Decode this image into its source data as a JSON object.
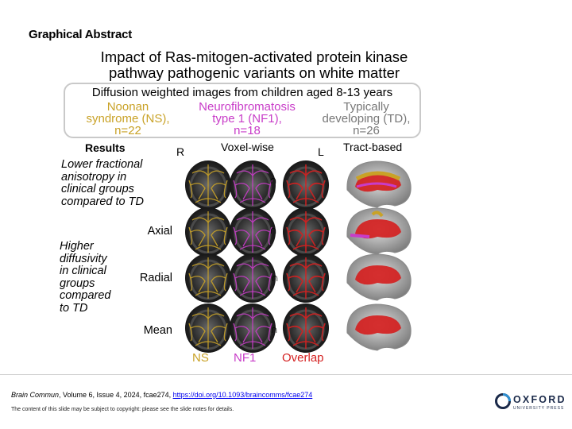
{
  "slide_heading": "Graphical Abstract",
  "title_line1": "Impact of Ras-mitogen-activated protein kinase",
  "title_line2": "pathway pathogenic variants on white matter",
  "cohort": {
    "heading": "Diffusion weighted images from children aged 8-13 years",
    "groups": [
      {
        "line1": "Noonan",
        "line2": "syndrome (NS),",
        "line3": "n=22",
        "color": "#c9a227"
      },
      {
        "line1": "Neurofibromatosis",
        "line2": "type 1 (NF1),",
        "line3": "n=18",
        "color": "#c83cc8"
      },
      {
        "line1": "Typically",
        "line2": "developing (TD),",
        "line3": "n=26",
        "color": "#777777"
      }
    ]
  },
  "results": {
    "label": "Results",
    "r_label": "R",
    "voxel_label": "Voxel-wise",
    "l_label": "L",
    "tract_label": "Tract-based",
    "lower_fa": [
      "Lower fractional",
      "anisotropy in",
      "clinical groups",
      "compared to TD"
    ],
    "higher_diff": [
      "Higher",
      "diffusivity",
      "in clinical",
      "groups",
      "compared",
      "to TD"
    ],
    "rows": [
      "Axial",
      "Radial",
      "Mean"
    ],
    "intersect_symbol": "∩",
    "bottom_labels": {
      "ns": "NS",
      "nf1": "NF1",
      "overlap": "Overlap"
    },
    "overlap_color": "#d42020"
  },
  "footer": {
    "journal": "Brain Commun",
    "details": ", Volume 6, Issue 4, 2024, fcae274, ",
    "doi": "https://doi.org/10.1093/braincomms/fcae274",
    "copyright": "The content of this slide may be subject to copyright: please see the slide notes for details.",
    "logo_main": "OXFORD",
    "logo_sub": "UNIVERSITY PRESS"
  }
}
